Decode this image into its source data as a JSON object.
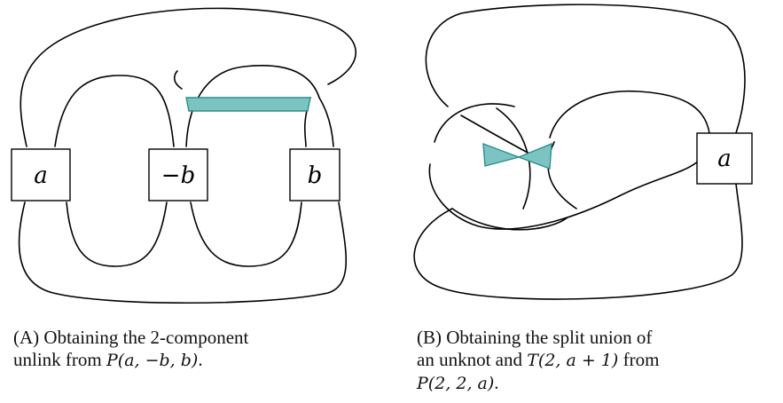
{
  "panel_a": {
    "boxes": [
      {
        "name": "box-a",
        "label": "a"
      },
      {
        "name": "box-minus-b",
        "label": "−b"
      },
      {
        "name": "box-b",
        "label": "b"
      }
    ],
    "caption": {
      "tag": "(A)",
      "line1": "Obtaining the 2-component",
      "line2_prefix": "unlink from ",
      "line2_math": "P(a, −b, b)",
      "line2_suffix": "."
    }
  },
  "panel_b": {
    "boxes": [
      {
        "name": "box-a",
        "label": "a"
      }
    ],
    "caption": {
      "tag": "(B)",
      "line1": "Obtaining the split union of",
      "line2_prefix": "an unknot and ",
      "line2_math": "T(2, a + 1)",
      "line2_suffix": " from",
      "line3_math": "P(2, 2, a)",
      "line3_suffix": "."
    }
  },
  "colors": {
    "band_fill": "#7cc4c2",
    "band_stroke": "#2a8f8c"
  }
}
